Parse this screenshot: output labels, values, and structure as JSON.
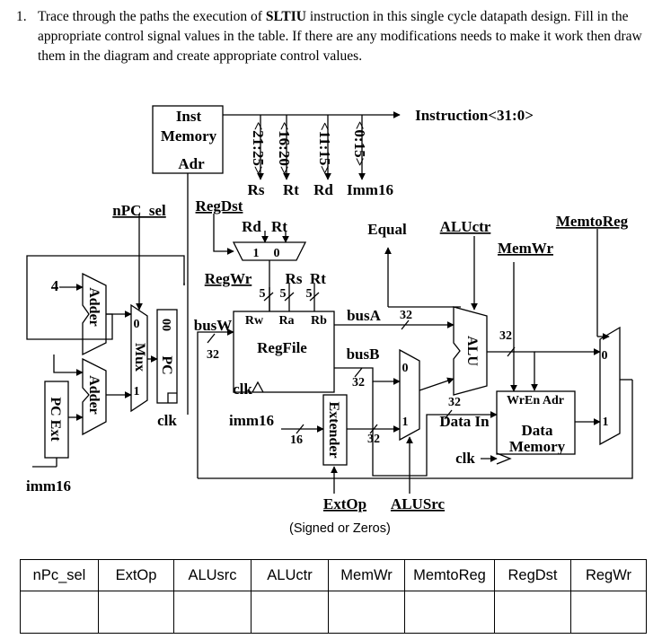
{
  "question": {
    "number": "1.",
    "text_before": "Trace through the paths the execution of ",
    "instruction": "SLTIU",
    "text_after": " instruction in this single cycle datapath design.  Fill in the appropriate control signal values in the table.  If there are any modifications needs to make it work then draw them in the diagram and create appropriate control values."
  },
  "diagram": {
    "inst_memory": [
      "Inst",
      "Memory",
      "Adr"
    ],
    "instruction_label": "Instruction<31:0>",
    "fields": [
      "<21:25>",
      "<16:20>",
      "<11:15>",
      "<0:15>"
    ],
    "field_names": [
      "Rs",
      "Rt",
      "Rd",
      "Imm16"
    ],
    "npc_sel": "nPC_sel",
    "regdst": "RegDst",
    "mux_rd_rt": [
      "Rd",
      "Rt"
    ],
    "mux_io": [
      "1",
      "0"
    ],
    "regwr": "RegWr",
    "rs_rt": [
      "Rs",
      "Rt"
    ],
    "fives": [
      "5",
      "5",
      "5"
    ],
    "equal": "Equal",
    "aluctr": "ALUctr",
    "memtoreg": "MemtoReg",
    "memwr": "MemWr",
    "four": "4",
    "adder": "Adder",
    "mux": "Mux",
    "pc": "PC",
    "pc_ext": "PC Ext",
    "pc_mux_inputs": [
      "0",
      "1"
    ],
    "pc_bits": "00",
    "busw": "busW",
    "busa": "busA",
    "busb": "busB",
    "w32": "32",
    "regfile_ports": [
      "Rw",
      "Ra",
      "Rb"
    ],
    "regfile": "RegFile",
    "clk": "clk",
    "imm16": "imm16",
    "sixteen": "16",
    "extender": "Extender",
    "alu": "ALU",
    "alusrc_mux_inputs": [
      "0",
      "1"
    ],
    "data_in": "Data In",
    "mem_ports": "WrEn Adr",
    "data_memory": [
      "Data",
      "Memory"
    ],
    "memtoreg_mux_inputs": [
      "0",
      "1"
    ],
    "extop": "ExtOp",
    "alusrc": "ALUSrc"
  },
  "caption": "(Signed or Zeros)",
  "table": {
    "headers": [
      "nPc_sel",
      "ExtOp",
      "ALUsrc",
      "ALUctr",
      "MemWr",
      "MemtoReg",
      "RegDst",
      "RegWr"
    ],
    "values": [
      "",
      "",
      "",
      "",
      "",
      "",
      "",
      ""
    ]
  }
}
